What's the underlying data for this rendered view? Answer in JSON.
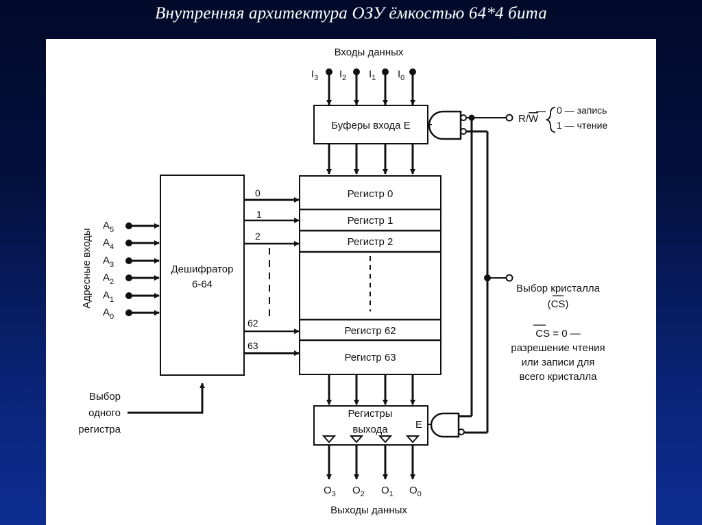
{
  "title": "Внутренняя архитектура ОЗУ ёмкостью 64*4 бита",
  "colors": {
    "background_top": "#020a2a",
    "background_bottom": "#0d2d92",
    "panel": "#ffffff",
    "ink": "#111111"
  },
  "data_inputs": {
    "label": "Входы данных",
    "pins": [
      {
        "name": "I",
        "sub": "3"
      },
      {
        "name": "I",
        "sub": "2"
      },
      {
        "name": "I",
        "sub": "1"
      },
      {
        "name": "I",
        "sub": "0"
      }
    ]
  },
  "input_buffer": {
    "label": "Буферы входа E"
  },
  "rw": {
    "label_r": "R/",
    "label_w": "W",
    "option0": "0 — запись",
    "option1": "1 — чтение"
  },
  "address_inputs": {
    "label": "Адресные входы",
    "pins": [
      {
        "name": "A",
        "sub": "5"
      },
      {
        "name": "A",
        "sub": "4"
      },
      {
        "name": "A",
        "sub": "3"
      },
      {
        "name": "A",
        "sub": "2"
      },
      {
        "name": "A",
        "sub": "1"
      },
      {
        "name": "A",
        "sub": "0"
      }
    ]
  },
  "decoder": {
    "line1": "Дешифратор",
    "line2": "6-64"
  },
  "decoder_outputs": [
    "0",
    "1",
    "2",
    "62",
    "63"
  ],
  "registers": [
    "Регистр 0",
    "Регистр 1",
    "Регистр 2",
    "Регистр 62",
    "Регистр 63"
  ],
  "chip_select": {
    "label": "Выбор кристалла",
    "abbr": "(CS)",
    "rule_line1": "CS = 0 —",
    "rule_line2": "разрешение чтения",
    "rule_line3": "или записи для",
    "rule_line4": "всего кристалла"
  },
  "select_register": {
    "line1": "Выбор",
    "line2": "одного",
    "line3": "регистра"
  },
  "output_registers": {
    "line1": "Регистры",
    "line2": "выхода",
    "enable": "E"
  },
  "data_outputs": {
    "label": "Выходы данных",
    "pins": [
      {
        "name": "O",
        "sub": "3"
      },
      {
        "name": "O",
        "sub": "2"
      },
      {
        "name": "O",
        "sub": "1"
      },
      {
        "name": "O",
        "sub": "0"
      }
    ]
  }
}
